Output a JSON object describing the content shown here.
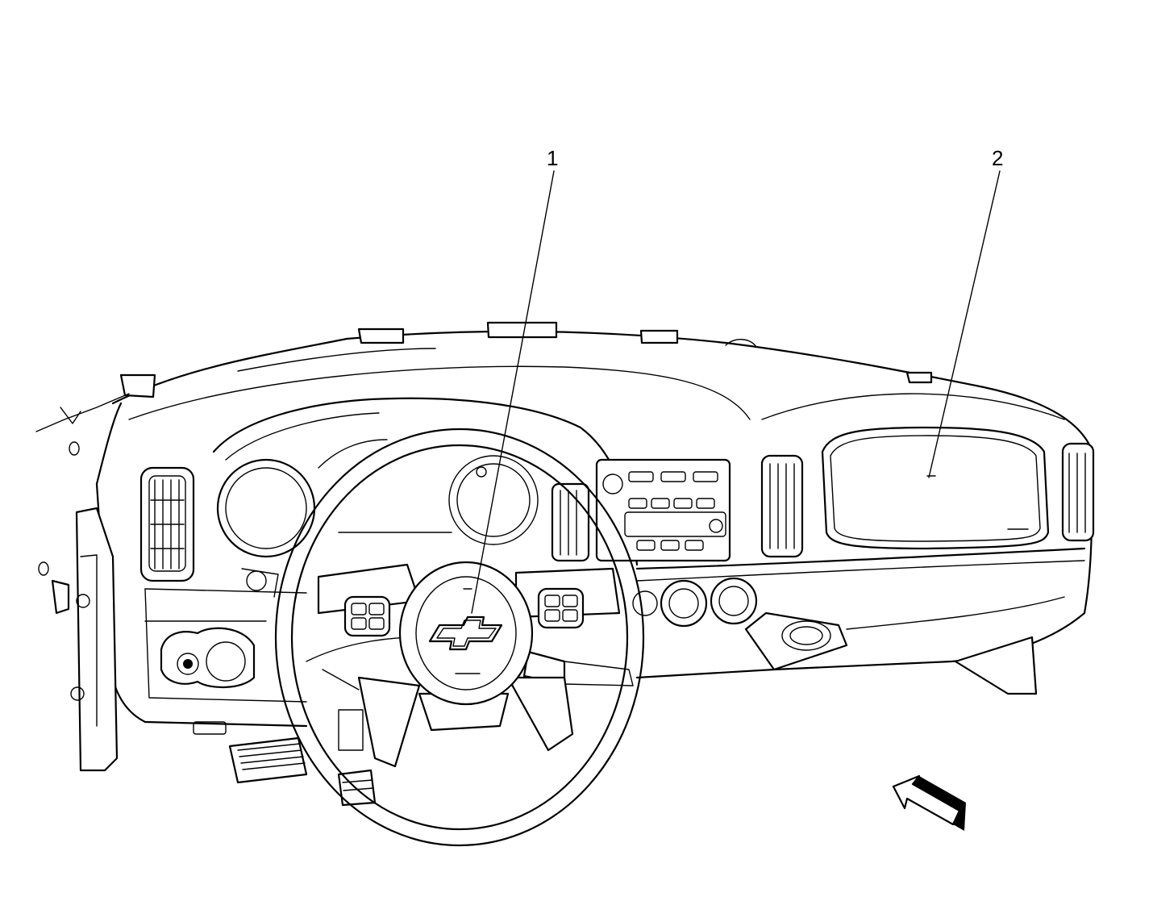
{
  "callouts": [
    {
      "label": "1",
      "target": "steering-wheel-airbag"
    },
    {
      "label": "2",
      "target": "passenger-airbag-door"
    }
  ],
  "icons": {
    "view_direction": "view-direction-arrow-icon",
    "emblem": "bowtie-emblem-icon"
  },
  "colors": {
    "stroke": "#000000",
    "background": "#ffffff"
  }
}
